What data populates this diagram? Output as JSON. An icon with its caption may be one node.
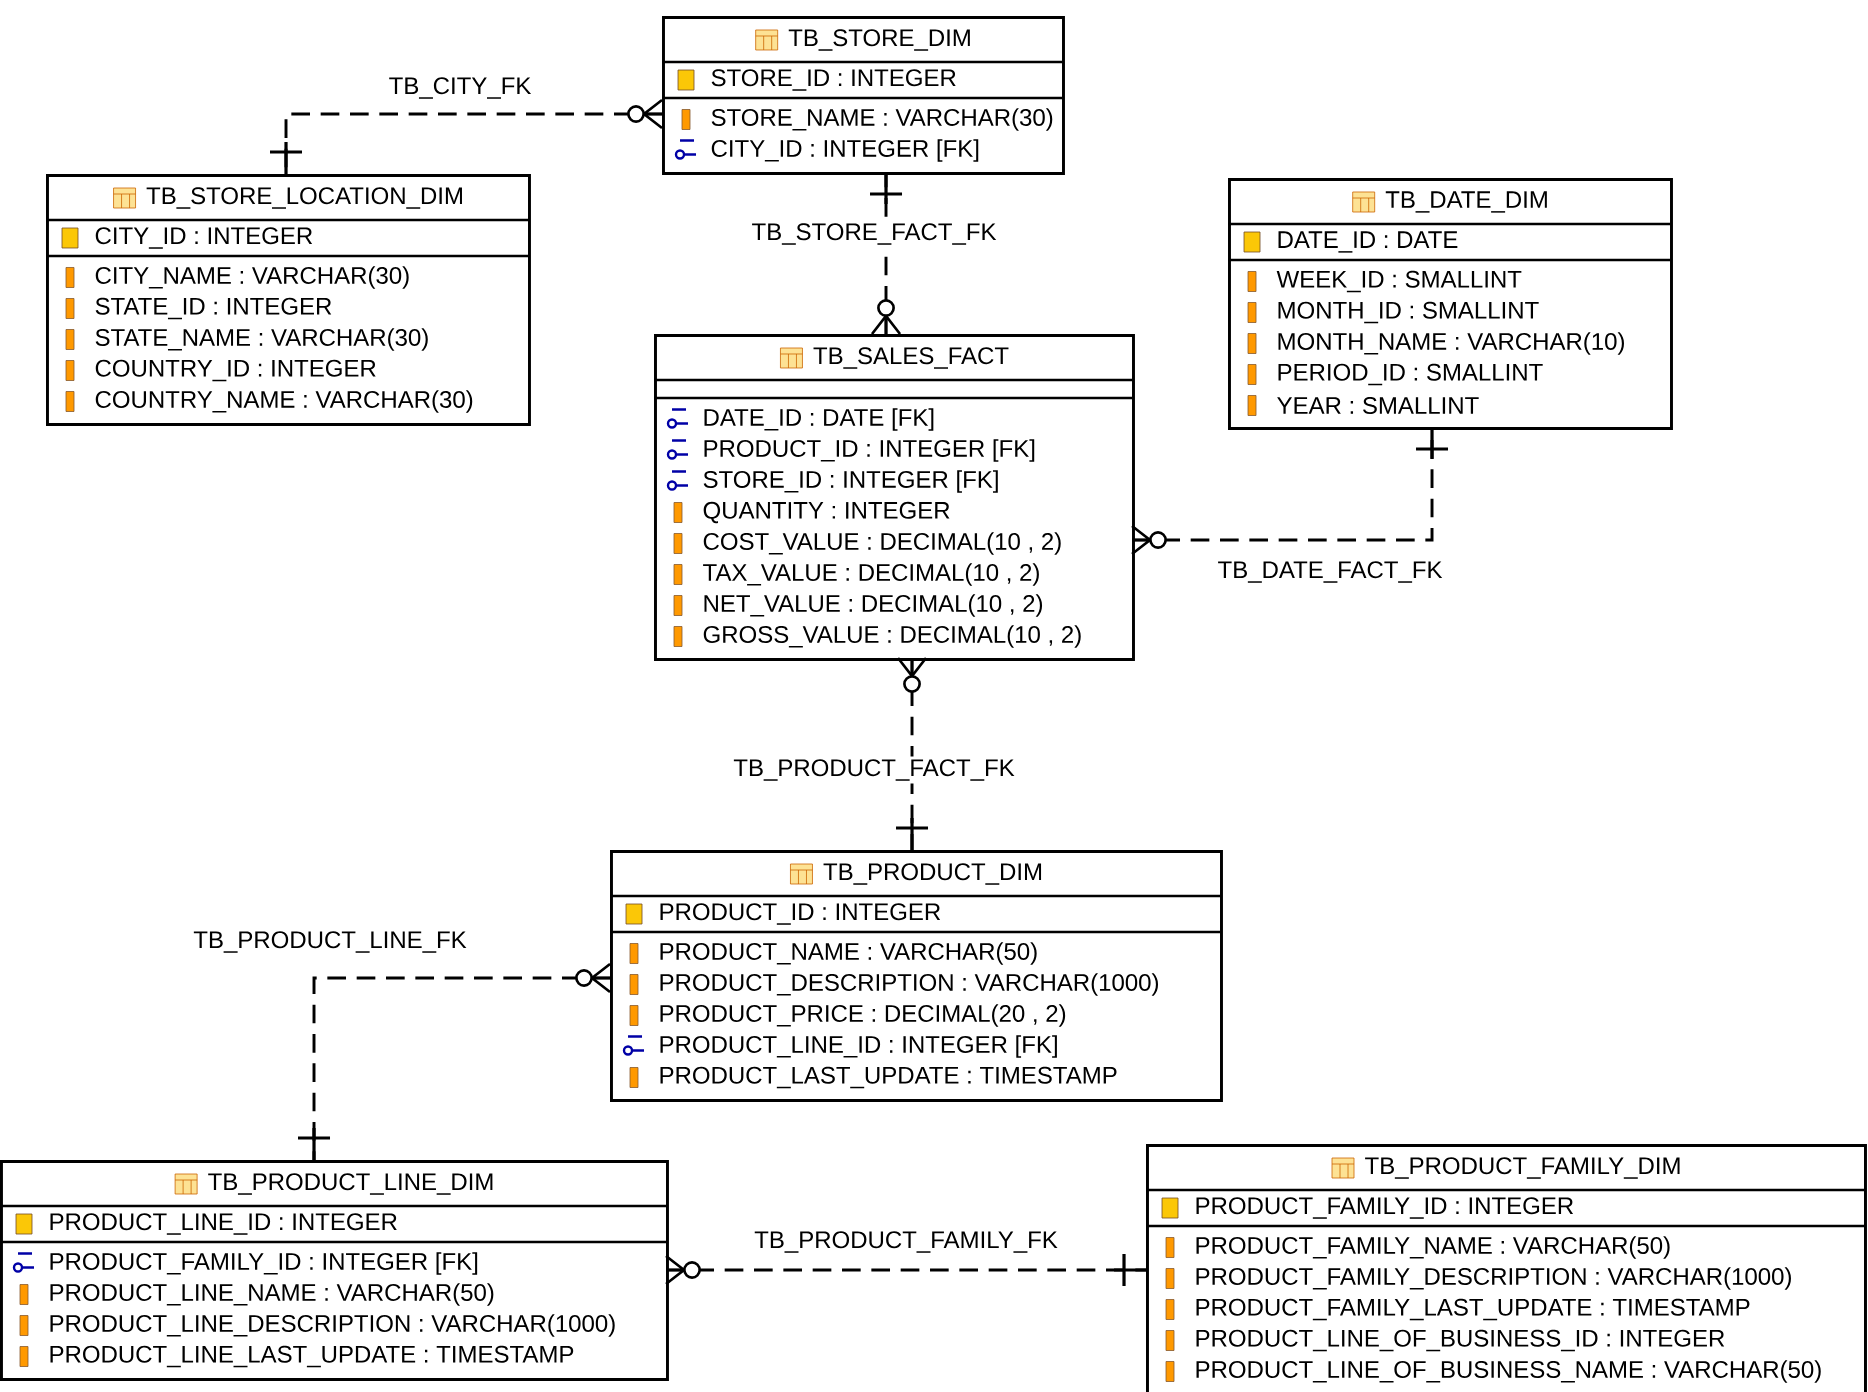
{
  "diagram": {
    "nodes": [
      {
        "text": [
          "TB_STORE_DIM",
          "STORE_ID : INTEGER",
          "STORE_NAME : VARCHAR(30)",
          "CITY_ID : INTEGER [FK]"
        ]
      },
      {
        "text": [
          "TB_STORE_LOCATION_DIM",
          "CITY_ID : INTEGER",
          "CITY_NAME : VARCHAR(30)",
          "STATE_ID : INTEGER",
          "STATE_NAME : VARCHAR(30)",
          "COUNTRY_ID : INTEGER",
          "COUNTRY_NAME : VARCHAR(30)"
        ]
      },
      {
        "text": [
          "TB_DATE_DIM",
          "DATE_ID : DATE",
          "WEEK_ID : SMALLINT",
          "MONTH_ID : SMALLINT",
          "MONTH_NAME : VARCHAR(10)",
          "PERIOD_ID : SMALLINT",
          "YEAR : SMALLINT"
        ]
      },
      {
        "text": [
          "TB_SALES_FACT",
          "DATE_ID : DATE [FK]",
          "PRODUCT_ID : INTEGER [FK]",
          "STORE_ID : INTEGER [FK]",
          "QUANTITY : INTEGER",
          "COST_VALUE : DECIMAL(10 , 2)",
          "TAX_VALUE : DECIMAL(10 , 2)",
          "NET_VALUE : DECIMAL(10 , 2)",
          "GROSS_VALUE : DECIMAL(10 , 2)"
        ]
      },
      {
        "text": [
          "TB_PRODUCT_DIM",
          "PRODUCT_ID : INTEGER",
          "PRODUCT_NAME : VARCHAR(50)",
          "PRODUCT_DESCRIPTION : VARCHAR(1000)",
          "PRODUCT_PRICE : DECIMAL(20 , 2)",
          "PRODUCT_LINE_ID : INTEGER [FK]",
          "PRODUCT_LAST_UPDATE : TIMESTAMP"
        ]
      },
      {
        "text": [
          "TB_PRODUCT_LINE_DIM",
          "PRODUCT_LINE_ID : INTEGER",
          "PRODUCT_FAMILY_ID : INTEGER [FK]",
          "PRODUCT_LINE_NAME : VARCHAR(50)",
          "PRODUCT_LINE_DESCRIPTION : VARCHAR(1000)",
          "PRODUCT_LINE_LAST_UPDATE : TIMESTAMP"
        ]
      },
      {
        "text": [
          "TB_PRODUCT_FAMILY_DIM",
          "PRODUCT_FAMILY_ID : INTEGER",
          "PRODUCT_FAMILY_NAME : VARCHAR(50)",
          "PRODUCT_FAMILY_DESCRIPTION : VARCHAR(1000)",
          "PRODUCT_FAMILY_LAST_UPDATE : TIMESTAMP",
          "PRODUCT_LINE_OF_BUSINESS_ID : INTEGER",
          "PRODUCT_LINE_OF_BUSINESS_NAME : VARCHAR(50)"
        ]
      }
    ],
    "edges": [
      {
        "from": 0,
        "to": 1,
        "arrow": "other",
        "style": "dashed",
        "label": "TB_CITY_FK"
      },
      {
        "from": 3,
        "to": 0,
        "arrow": "other",
        "style": "dashed",
        "label": "TB_STORE_FACT_FK"
      },
      {
        "from": 3,
        "to": 2,
        "arrow": "other",
        "style": "dashed",
        "label": "TB_DATE_FACT_FK"
      },
      {
        "from": 3,
        "to": 4,
        "arrow": "other",
        "style": "dashed",
        "label": "TB_PRODUCT_FACT_FK"
      },
      {
        "from": 4,
        "to": 5,
        "arrow": "other",
        "style": "dashed",
        "label": "TB_PRODUCT_LINE_FK"
      },
      {
        "from": 5,
        "to": 6,
        "arrow": "other",
        "style": "dashed",
        "label": "TB_PRODUCT_FAMILY_FK"
      }
    ]
  }
}
